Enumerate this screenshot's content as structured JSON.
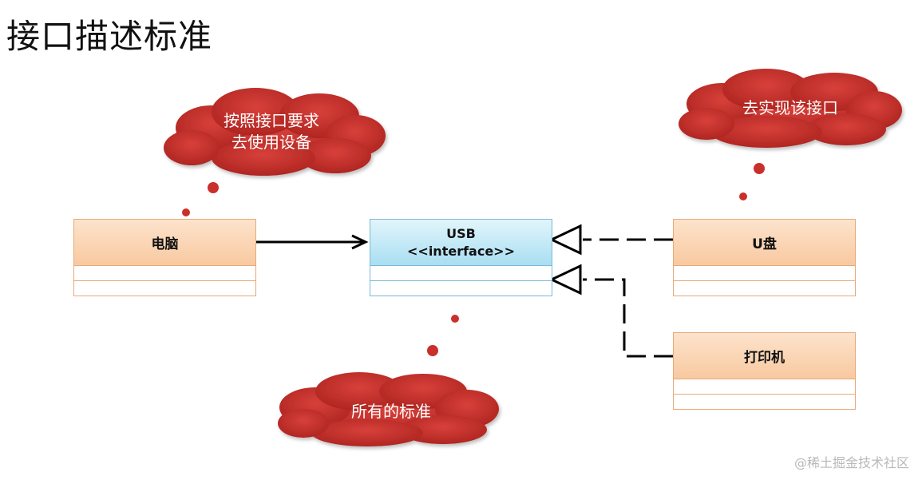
{
  "title": "接口描述标准",
  "colors": {
    "cloud": "#c9302c",
    "class_orange": "#f8c9a0",
    "class_blue": "#a9def2",
    "line": "#000000"
  },
  "classes": {
    "computer": {
      "name": "电脑"
    },
    "usb": {
      "name": "USB",
      "stereotype": "<<interface>>"
    },
    "udisk": {
      "name": "U盘"
    },
    "printer": {
      "name": "打印机"
    }
  },
  "clouds": {
    "use": {
      "line1": "按照接口要求",
      "line2": "去使用设备"
    },
    "implement": {
      "text": "去实现该接口"
    },
    "standard": {
      "text": "所有的标准"
    }
  },
  "watermark": "@稀土掘金技术社区"
}
